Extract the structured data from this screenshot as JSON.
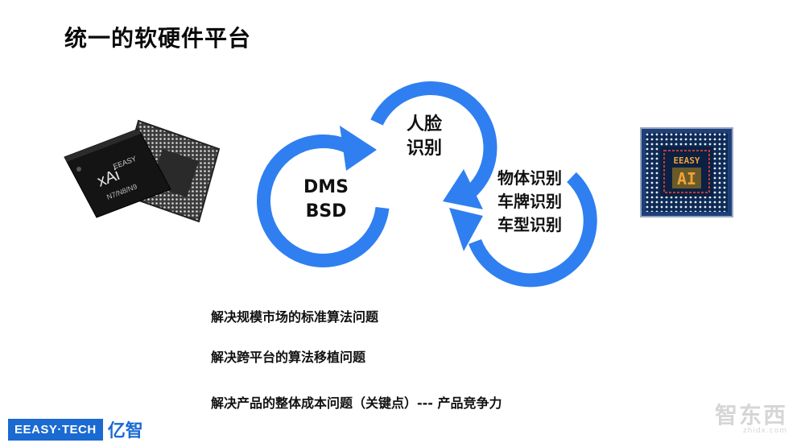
{
  "slide": {
    "title": "统一的软硬件平台",
    "chip_left": {
      "brand": "EEASY",
      "model": "xAi",
      "variants": "N7/N8/N9"
    },
    "chip_right": {
      "brand": "EEASY",
      "label": "AI"
    },
    "cycle": {
      "left_lines": [
        "DMS",
        "BSD"
      ],
      "top_lines": [
        "人脸",
        "识别"
      ],
      "right_lines": [
        "物体识别",
        "车牌识别",
        "车型识别"
      ],
      "arrow_color": "#2f7ff0"
    },
    "points": [
      "解决规模市场的标准算法问题",
      "解决跨平台的算法移植问题",
      "解决产品的整体成本问题（关键点）--- 产品竞争力"
    ],
    "logo": {
      "en": "EEASY·TECH",
      "cn": "亿智",
      "color": "#1a6ad2"
    },
    "watermark": {
      "main": "智东西",
      "sub": "zhidx.com"
    }
  }
}
